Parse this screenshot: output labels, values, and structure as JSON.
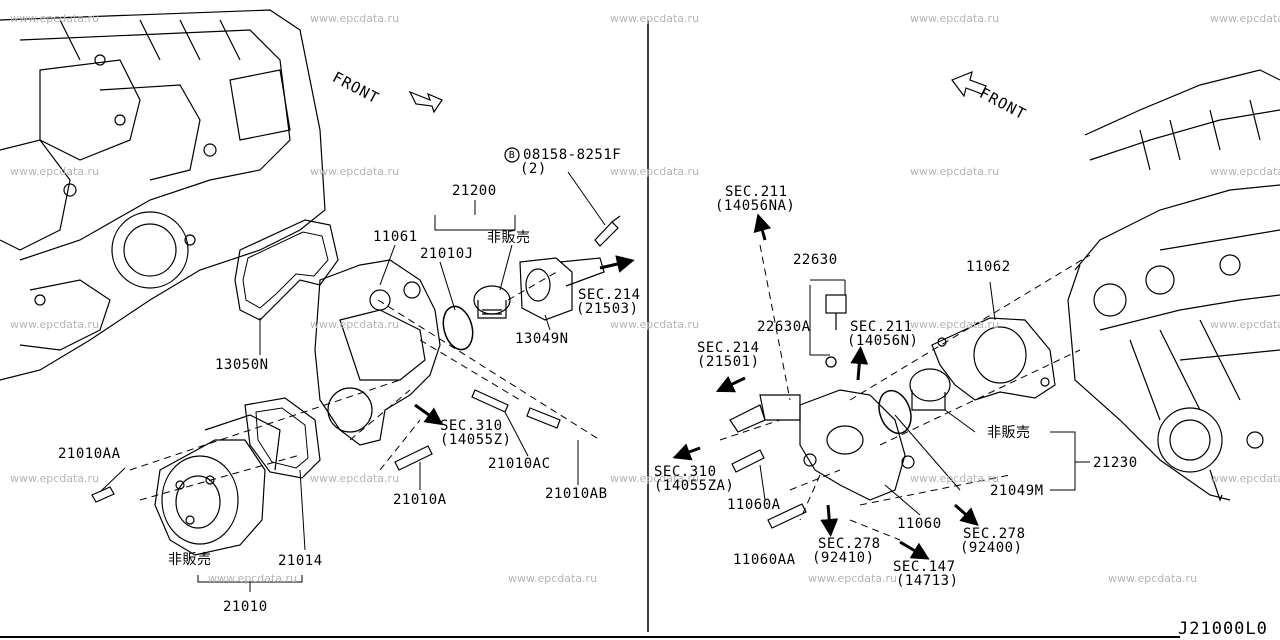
{
  "watermark": "www.epcdata.ru",
  "diagram_code": "J21000L0",
  "left_panel": {
    "front_label": "FRONT",
    "labels": {
      "bolt_part": "08158-8251F",
      "bolt_qty": "(2)",
      "bolt_circle": "B",
      "p21200": "21200",
      "p11061": "11061",
      "p21010J": "21010J",
      "not_sold_1": "非販売",
      "sec214_title": "SEC.214",
      "sec214_ref": "(21503)",
      "p13049N": "13049N",
      "p13050N": "13050N",
      "sec310_title": "SEC.310",
      "sec310_ref": "(14055Z)",
      "p21010AA": "21010AA",
      "p21010AC": "21010AC",
      "p21010A": "21010A",
      "p21010AB": "21010AB",
      "p21014": "21014",
      "not_sold_2": "非販売",
      "p21010": "21010"
    }
  },
  "right_panel": {
    "front_label": "FRONT",
    "labels": {
      "sec211a_title": "SEC.211",
      "sec211a_ref": "(14056NA)",
      "p22630": "22630",
      "p11062": "11062",
      "sec214_title": "SEC.214",
      "sec214_ref": "(21501)",
      "p22630A": "22630A",
      "sec211b_title": "SEC.211",
      "sec211b_ref": "(14056N)",
      "not_sold": "非販売",
      "p21230": "21230",
      "sec310_title": "SEC.310",
      "sec310_ref": "(14055ZA)",
      "p11060A": "11060A",
      "p21049M": "21049M",
      "p11060": "11060",
      "sec278a_title": "SEC.278",
      "sec278a_ref": "(92410)",
      "sec278b_title": "SEC.278",
      "sec278b_ref": "(92400)",
      "p11060AA": "11060AA",
      "sec147_title": "SEC.147",
      "sec147_ref": "(14713)"
    }
  }
}
